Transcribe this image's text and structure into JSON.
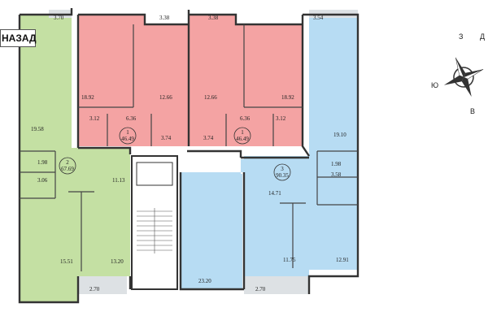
{
  "back_button": "НАЗАД",
  "compass": {
    "north": "З",
    "east": "Д",
    "south": "Ю",
    "west": "В"
  },
  "apartments": [
    {
      "number": "1",
      "area": "46.49",
      "color": "#f4a3a3"
    },
    {
      "number": "1",
      "area": "46.49",
      "color": "#f4a3a3"
    },
    {
      "number": "2",
      "area": "67.69",
      "color": "#c4e0a3"
    },
    {
      "number": "3",
      "area": "90.35",
      "color": "#b7dcf3"
    }
  ],
  "balcony_color": "#dde1e4",
  "rooms": [
    "3.70",
    "3.38",
    "3.38",
    "3.54",
    "18.92",
    "12.66",
    "12.66",
    "18.92",
    "3.12",
    "6.36",
    "6.36",
    "3.12",
    "3.74",
    "3.74",
    "19.58",
    "19.10",
    "1.98",
    "3.06",
    "11.13",
    "1.98",
    "3.58",
    "14.71",
    "15.51",
    "13.20",
    "11.75",
    "12.91",
    "23.20",
    "2.70",
    "2.70"
  ]
}
